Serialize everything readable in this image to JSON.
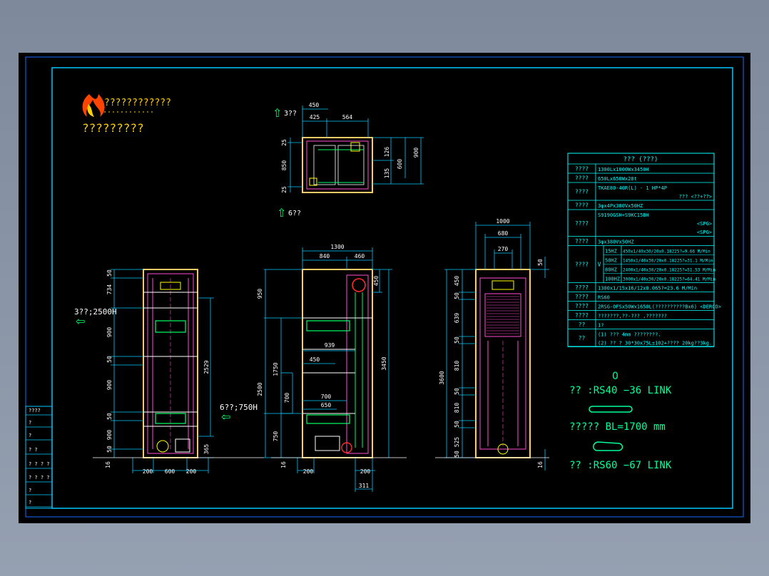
{
  "logo": {
    "title_line": "????????????",
    "subtitle_line": "?????????"
  },
  "top_view": {
    "dims_top": [
      "450",
      "425",
      "564"
    ],
    "dims_left": [
      "25",
      "850",
      "25"
    ],
    "dims_right": [
      "126",
      "600",
      "135",
      "900"
    ],
    "arrow_top_label": "3??",
    "arrow_bottom_label": "6??"
  },
  "left_view": {
    "dims_left": [
      "50",
      "734",
      "900",
      "50",
      "900",
      "50",
      "900",
      "50"
    ],
    "dims_right": [
      "2529",
      "365"
    ],
    "dims_bottom": [
      "200",
      "600",
      "200"
    ],
    "ground": "16",
    "label_upper": "3??;2500H",
    "label_lower": "6??;750H"
  },
  "mid_view": {
    "dims_top": [
      "1300",
      "840",
      "460"
    ],
    "dim_right_top": "450",
    "dims_left": [
      "950",
      "1750",
      "2500",
      "700",
      "750"
    ],
    "dim_right": "3450",
    "dims_inner": [
      "939",
      "450",
      "700",
      "650"
    ],
    "dims_bottom": [
      "200",
      "200",
      "311"
    ],
    "ground": "16"
  },
  "right_view": {
    "dims_top": [
      "1000",
      "680",
      "270"
    ],
    "dim_right_top": "50",
    "dims_left": [
      "450",
      "50",
      "639",
      "50",
      "810",
      "50",
      "810",
      "50",
      "525",
      "50"
    ],
    "dim_left_total": "3600",
    "ground": "16"
  },
  "spec_table": {
    "header": "??? (???)",
    "rows": [
      {
        "label": "????",
        "values": [
          "1300Lx1000Wx3450H"
        ]
      },
      {
        "label": "????",
        "values": [
          "650Lx650Wx28t"
        ]
      },
      {
        "label": "????",
        "values": [
          "TKAE80-40R(L) - 1 HP*4P",
          "??? <??+??>"
        ]
      },
      {
        "label": "????",
        "values": [
          "3φx4Px380Vx50HZ"
        ]
      },
      {
        "label": "????",
        "values": [
          "S9190GSH+S9KC15BH",
          "<SPG>",
          "<SPG>"
        ]
      },
      {
        "label": "????",
        "values": [
          "3φx380Vx50HZ"
        ]
      },
      {
        "label": "????",
        "vlabel": "V",
        "sub": [
          {
            "hz": "15HZ",
            "text": "450x1/40x30/20x0.18225?=9.66 M/Min"
          },
          {
            "hz": "50HZ",
            "text": "1450x1/40x30/20x0.18225?=31.1 M/Min"
          },
          {
            "hz": "80HZ",
            "text": "2400x1/40x30/20x0.18225?=51.53 M/Min"
          },
          {
            "hz": "100HZ",
            "text": "3000x1/40x30/20x0.18225?=64.41 M/Min"
          }
        ]
      },
      {
        "label": "????",
        "values": [
          "1300x1/15x16/12x0.065?=23.6 M/Min"
        ]
      },
      {
        "label": "????",
        "values": [
          "RS60"
        ]
      },
      {
        "label": "????",
        "values": [
          "2RSG-OFSx50Wx1650L(??????????Bx6)  <DERCO>"
        ]
      },
      {
        "label": "????",
        "values": [
          "???????,??-???          ,???????"
        ]
      },
      {
        "label": "??",
        "values": [
          "1?"
        ]
      },
      {
        "label": "??",
        "values": [
          "(1) ??? 4mm ????????.",
          "(2) ?? ? 30*30x75L±102+???? 20kg??3kg."
        ]
      }
    ]
  },
  "chain_notes": {
    "a": "?? :RS40 −36 LINK",
    "b": "????? BL=1700 mm",
    "c": "?? :RS60 −67 LINK"
  },
  "title_block": {
    "rows": [
      "????",
      "?",
      "?",
      "? ?",
      "? ? ? ?",
      "? ? ? ?",
      "?",
      "?",
      "?"
    ]
  },
  "colors": {
    "background": "#000000",
    "frame": "#00c8ff",
    "text": "#ffffff",
    "accent": "#00ff66",
    "dim": "#00c8ff",
    "table": "#00ffff",
    "note": "#00ff99",
    "logo": "#ffd000",
    "shell": "#ffcc66",
    "magenta": "#ff4dd2"
  }
}
